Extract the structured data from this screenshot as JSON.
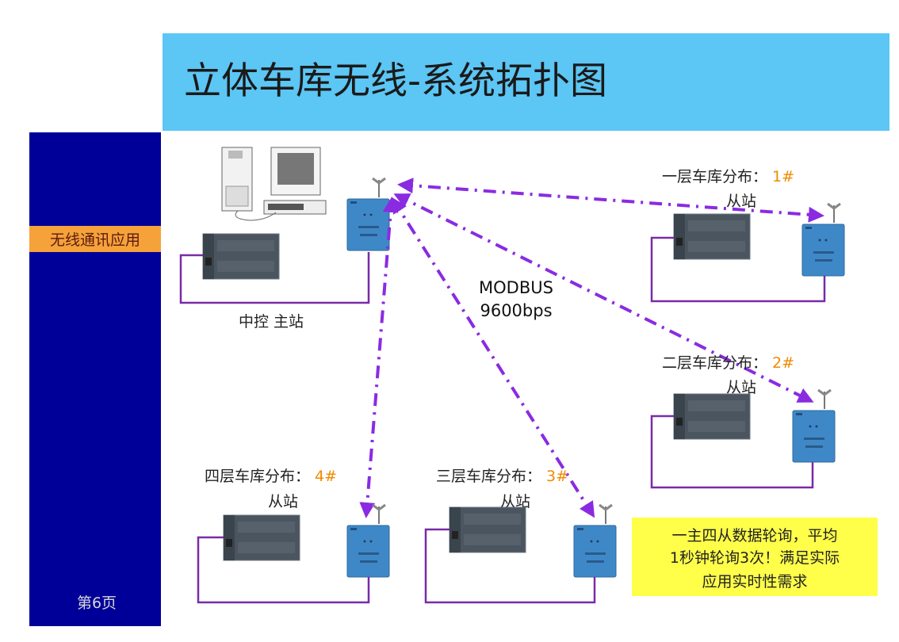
{
  "slide": {
    "title": "立体车库无线-系统拓扑图",
    "section_label": "无线通讯应用",
    "page_number": "第6页"
  },
  "master": {
    "label": "中控 主站"
  },
  "link": {
    "protocol": "MODBUS",
    "baud_rate": "9600bps"
  },
  "slaves": [
    {
      "label": "一层车库分布：",
      "number": "1#",
      "role": "从站"
    },
    {
      "label": "二层车库分布：",
      "number": "2#",
      "role": "从站"
    },
    {
      "label": "三层车库分布：",
      "number": "3#",
      "role": "从站"
    },
    {
      "label": "四层车库分布：",
      "number": "4#",
      "role": "从站"
    }
  ],
  "note": {
    "lines": [
      "一主四从数据轮询，平均",
      "1秒钟轮询3次！满足实际",
      "应用实时性需求"
    ]
  },
  "colors": {
    "title_bar": "#5cc6f4",
    "side_panel": "#000099",
    "section_label_bg": "#f6a23a",
    "link_line": "#8a2be2",
    "bracket": "#7a2aa8",
    "slave_number": "#f08a00",
    "note_bg": "#ffff4a"
  }
}
